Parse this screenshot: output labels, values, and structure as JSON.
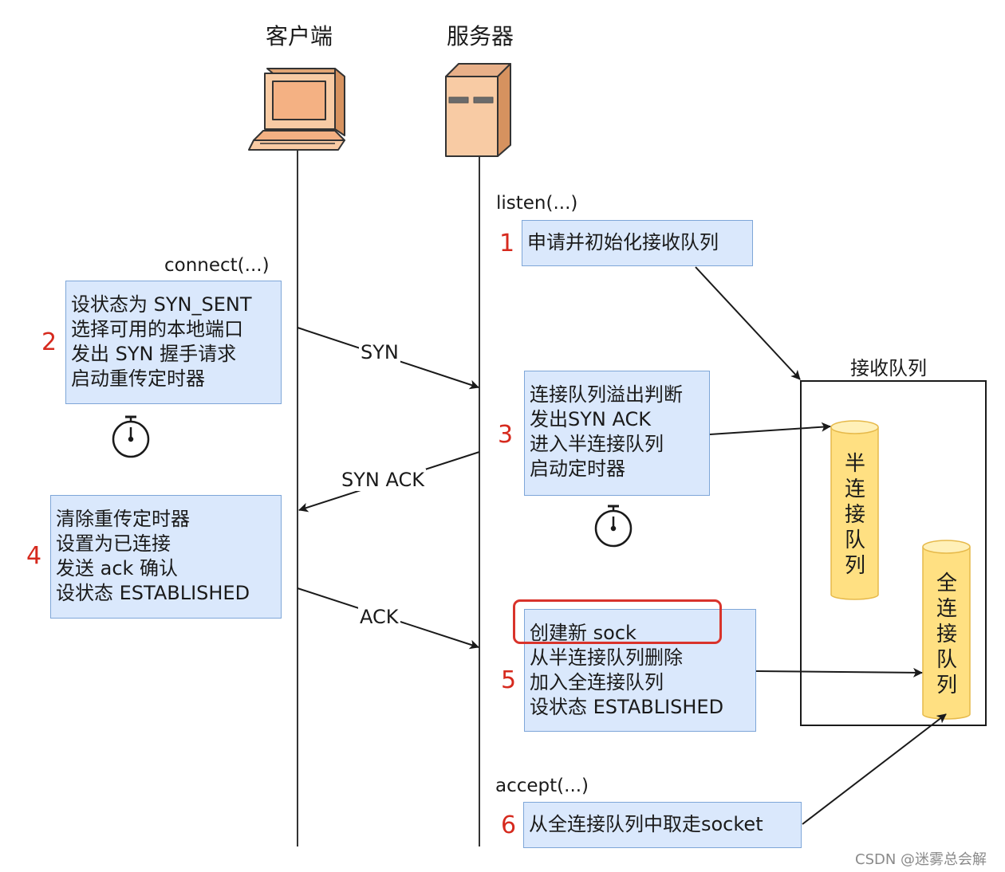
{
  "actors": {
    "client": "客户端",
    "server": "服务器"
  },
  "calls": {
    "listen": "listen(...)",
    "connect": "connect(...)",
    "accept": "accept(...)"
  },
  "messages": {
    "syn": "SYN",
    "syn_ack": "SYN ACK",
    "ack": "ACK"
  },
  "steps": [
    {
      "number": "1",
      "lines": [
        "申请并初始化接收队列"
      ]
    },
    {
      "number": "2",
      "lines": [
        "设状态为 SYN_SENT",
        "选择可用的本地端口",
        "发出 SYN 握手请求",
        "启动重传定时器"
      ]
    },
    {
      "number": "3",
      "lines": [
        "连接队列溢出判断",
        "发出SYN ACK",
        "进入半连接队列",
        "启动定时器"
      ]
    },
    {
      "number": "4",
      "lines": [
        "清除重传定时器",
        "设置为已连接",
        "发送 ack 确认",
        "设状态 ESTABLISHED"
      ]
    },
    {
      "number": "5",
      "lines": [
        "创建新 sock",
        "从半连接队列删除",
        "加入全连接队列",
        "设状态 ESTABLISHED"
      ]
    },
    {
      "number": "6",
      "lines": [
        "从全连接队列中取走socket"
      ]
    }
  ],
  "queue": {
    "title": "接收队列",
    "half": [
      "半",
      "连",
      "接",
      "队",
      "列"
    ],
    "full": [
      "全",
      "连",
      "接",
      "队",
      "列"
    ]
  },
  "highlight": {
    "color": "#d9332b",
    "target_line": "创建新 sock"
  },
  "colors": {
    "box_fill": "#dae8fc",
    "box_border": "#7ea6d8",
    "step_number": "#d62a1e",
    "cylinder": "#ffe082",
    "device": "#f8cba4"
  },
  "icons": [
    "computer-icon",
    "server-icon",
    "stopwatch-icon"
  ],
  "credit": "CSDN @迷雾总会解"
}
